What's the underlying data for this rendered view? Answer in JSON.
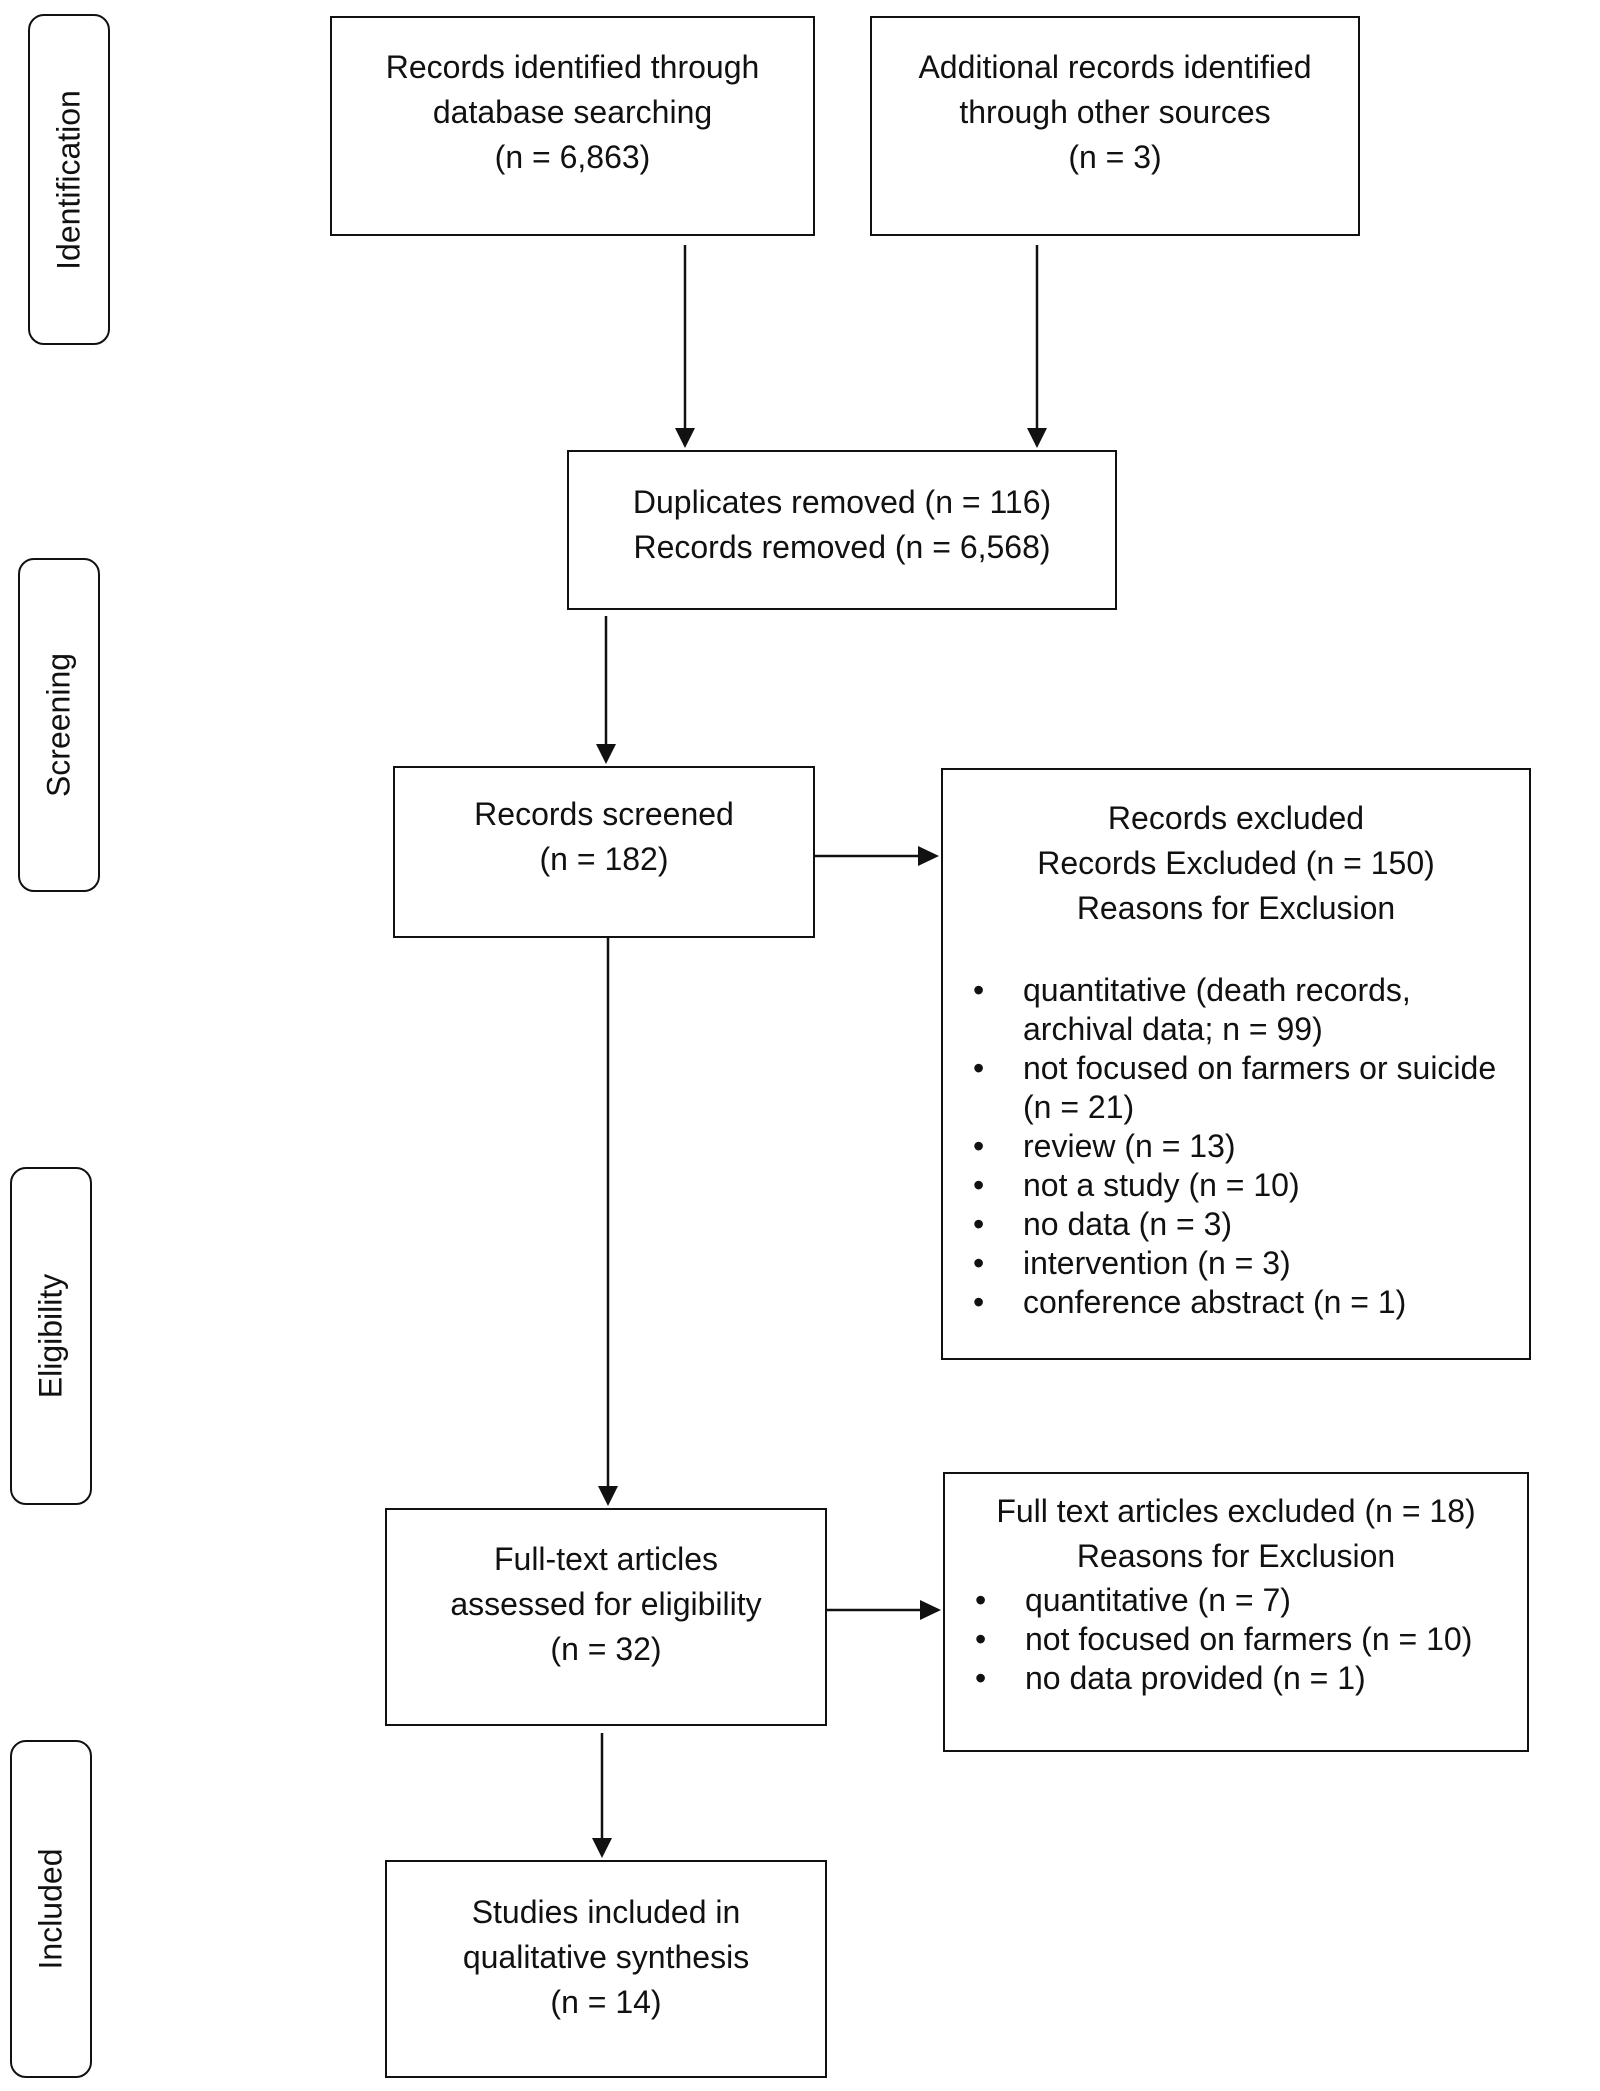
{
  "stages": {
    "identification": "Identification",
    "screening": "Screening",
    "eligibility": "Eligibility",
    "included": "Included"
  },
  "identified_db": {
    "line1": "Records identified through",
    "line2": "database searching",
    "line3": "(n = 6,863)"
  },
  "identified_other": {
    "line1": "Additional records identified",
    "line2": "through other sources",
    "line3": "(n = 3)"
  },
  "duplicates": {
    "line1": "Duplicates removed (n = 116)",
    "line2": "Records removed (n = 6,568)"
  },
  "screened": {
    "line1": "Records screened",
    "line2": "(n = 182)"
  },
  "excluded": {
    "line1": "Records excluded",
    "line2": "Records Excluded (n = 150)",
    "line3": "Reasons for Exclusion",
    "reasons": [
      "quantitative (death records, archival data; n = 99)",
      "not focused on farmers or suicide (n = 21)",
      "review (n = 13)",
      "not a study (n = 10)",
      "no data (n = 3)",
      "intervention (n = 3)",
      "conference abstract (n = 1)"
    ]
  },
  "fulltext": {
    "line1": "Full-text articles",
    "line2": "assessed for eligibility",
    "line3": "(n = 32)"
  },
  "fulltext_excluded": {
    "line1": "Full text articles excluded (n = 18)",
    "line2": "Reasons for Exclusion",
    "reasons": [
      "quantitative (n = 7)",
      "not focused on farmers (n = 10)",
      "no data provided (n = 1)"
    ]
  },
  "included": {
    "line1": "Studies included in",
    "line2": "qualitative synthesis",
    "line3": "(n = 14)"
  }
}
